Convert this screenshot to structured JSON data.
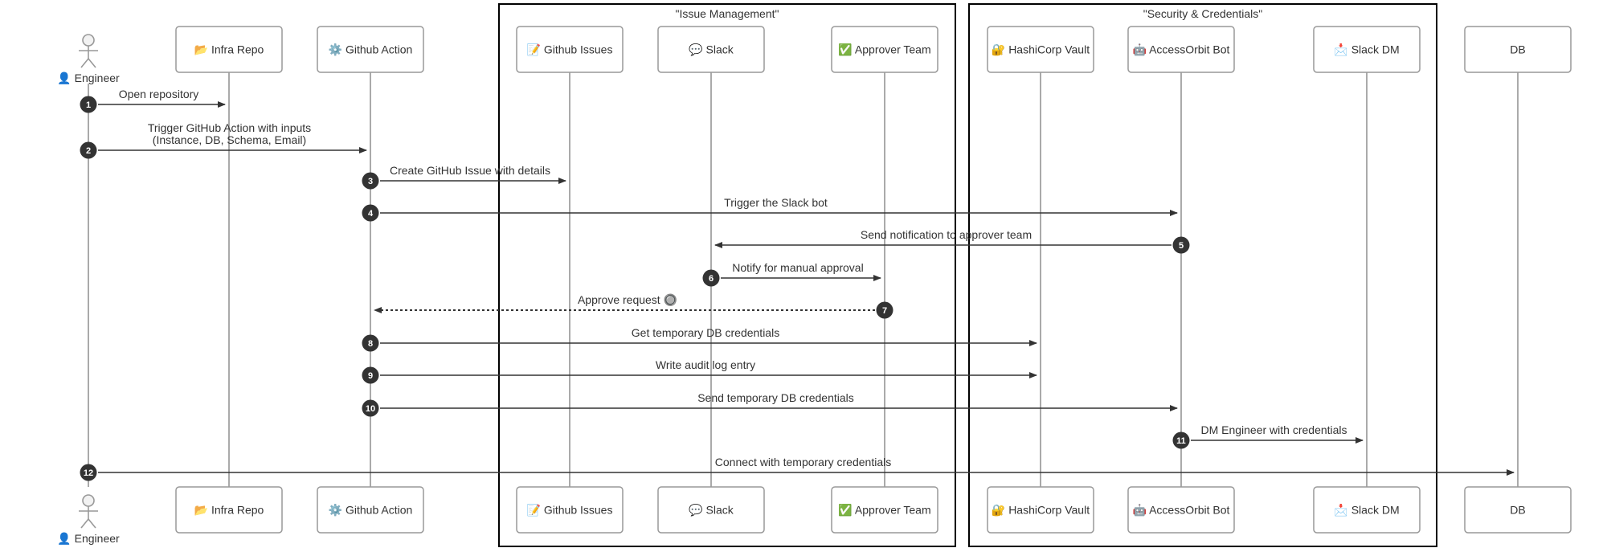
{
  "groups": [
    {
      "id": "issue_mgmt",
      "label": "\"Issue Management\""
    },
    {
      "id": "security",
      "label": "\"Security & Credentials\""
    }
  ],
  "participants": [
    {
      "id": "engineer",
      "label": "👤 Engineer",
      "kind": "actor",
      "icon": "person-icon"
    },
    {
      "id": "infra_repo",
      "label": "📂 Infra Repo",
      "kind": "box",
      "icon": "folder-icon"
    },
    {
      "id": "github_action",
      "label": "⚙️ Github Action",
      "kind": "box",
      "icon": "gear-icon"
    },
    {
      "id": "github_issues",
      "label": "📝 Github Issues",
      "kind": "box",
      "icon": "memo-icon"
    },
    {
      "id": "slack",
      "label": "💬 Slack",
      "kind": "box",
      "icon": "speech-bubble-icon"
    },
    {
      "id": "approver_team",
      "label": "✅ Approver Team",
      "kind": "box",
      "icon": "check-icon"
    },
    {
      "id": "vault",
      "label": "🔐 HashiCorp Vault",
      "kind": "box",
      "icon": "lock-icon"
    },
    {
      "id": "accessorbit_bot",
      "label": "🤖 AccessOrbit Bot",
      "kind": "box",
      "icon": "robot-icon"
    },
    {
      "id": "slack_dm",
      "label": "📩 Slack DM",
      "kind": "box",
      "icon": "envelope-icon"
    },
    {
      "id": "db",
      "label": "DB",
      "kind": "box",
      "icon": ""
    }
  ],
  "messages": [
    {
      "num": "1",
      "from": "engineer",
      "to": "infra_repo",
      "lines": [
        "Open repository"
      ],
      "style": "solid"
    },
    {
      "num": "2",
      "from": "engineer",
      "to": "github_action",
      "lines": [
        "Trigger GitHub Action with inputs",
        "(Instance, DB, Schema, Email)"
      ],
      "style": "solid"
    },
    {
      "num": "3",
      "from": "github_action",
      "to": "github_issues",
      "lines": [
        "Create GitHub Issue with details"
      ],
      "style": "solid"
    },
    {
      "num": "4",
      "from": "github_action",
      "to": "accessorbit_bot",
      "lines": [
        "Trigger the Slack bot"
      ],
      "style": "solid"
    },
    {
      "num": "5",
      "from": "accessorbit_bot",
      "to": "slack",
      "lines": [
        "Send notification to approver team"
      ],
      "style": "solid"
    },
    {
      "num": "6",
      "from": "slack",
      "to": "approver_team",
      "lines": [
        "Notify for manual approval"
      ],
      "style": "solid"
    },
    {
      "num": "7",
      "from": "approver_team",
      "to": "github_action",
      "lines": [
        "Approve request 🔘"
      ],
      "style": "dotted"
    },
    {
      "num": "8",
      "from": "github_action",
      "to": "vault",
      "lines": [
        "Get temporary DB credentials"
      ],
      "style": "solid"
    },
    {
      "num": "9",
      "from": "github_action",
      "to": "vault",
      "lines": [
        "Write audit log entry"
      ],
      "style": "solid"
    },
    {
      "num": "10",
      "from": "github_action",
      "to": "accessorbit_bot",
      "lines": [
        "Send temporary DB credentials"
      ],
      "style": "solid"
    },
    {
      "num": "11",
      "from": "accessorbit_bot",
      "to": "slack_dm",
      "lines": [
        "DM Engineer with credentials"
      ],
      "style": "solid"
    },
    {
      "num": "12",
      "from": "engineer",
      "to": "db",
      "lines": [
        "Connect with temporary credentials"
      ],
      "style": "solid"
    }
  ],
  "colors": {
    "lifeline": "#aaaaaa",
    "box_border": "#999999",
    "arrow": "#333333",
    "badge_fill": "#333333",
    "badge_text": "#ffffff",
    "group_border": "#000000",
    "text": "#333333"
  }
}
